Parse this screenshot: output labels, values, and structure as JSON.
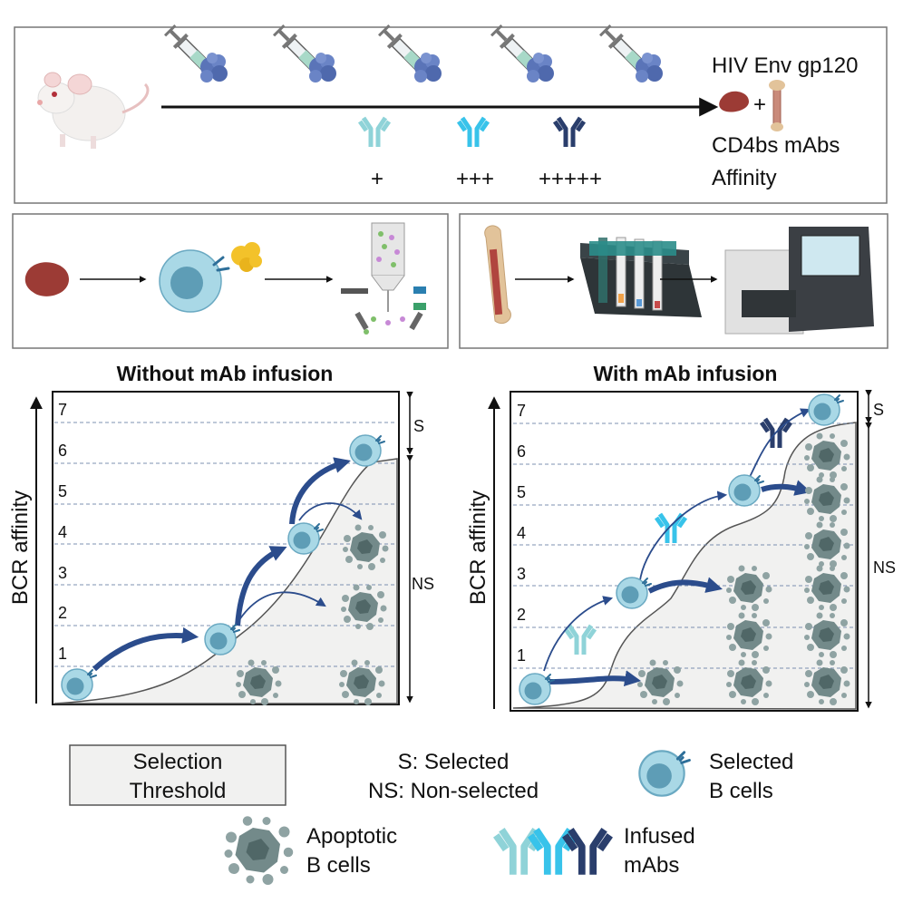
{
  "protocol": {
    "antigen_label": "HIV Env gp120",
    "mab_label": "CD4bs mAbs",
    "affinity_label": "Affinity",
    "plus_sign": "+",
    "affinity_levels": [
      "+",
      "+++",
      "+++++"
    ],
    "mab_colors": [
      "#8fd3d8",
      "#38c3ea",
      "#2a3e6c"
    ]
  },
  "panels": {
    "left_title": "Without mAb infusion",
    "right_title": "With mAb infusion",
    "y_axis_label": "BCR affinity",
    "levels": [
      "1",
      "2",
      "3",
      "4",
      "5",
      "6",
      "7"
    ],
    "s_label": "S",
    "ns_label": "NS"
  },
  "legend": {
    "threshold_line1": "Selection",
    "threshold_line2": "Threshold",
    "s_def": "S: Selected",
    "ns_def": "NS: Non-selected",
    "selected_line1": "Selected",
    "selected_line2": "B cells",
    "apoptotic_line1": "Apoptotic",
    "apoptotic_line2": "B cells",
    "infused_line1": "Infused",
    "infused_line2": "mAbs"
  },
  "colors": {
    "arrow": "#2b4c8c",
    "threshold_fill": "#f1f1f0",
    "cell": "#9fd3e3",
    "nucleus": "#5e9db6",
    "apoptotic": "#6c8080"
  }
}
